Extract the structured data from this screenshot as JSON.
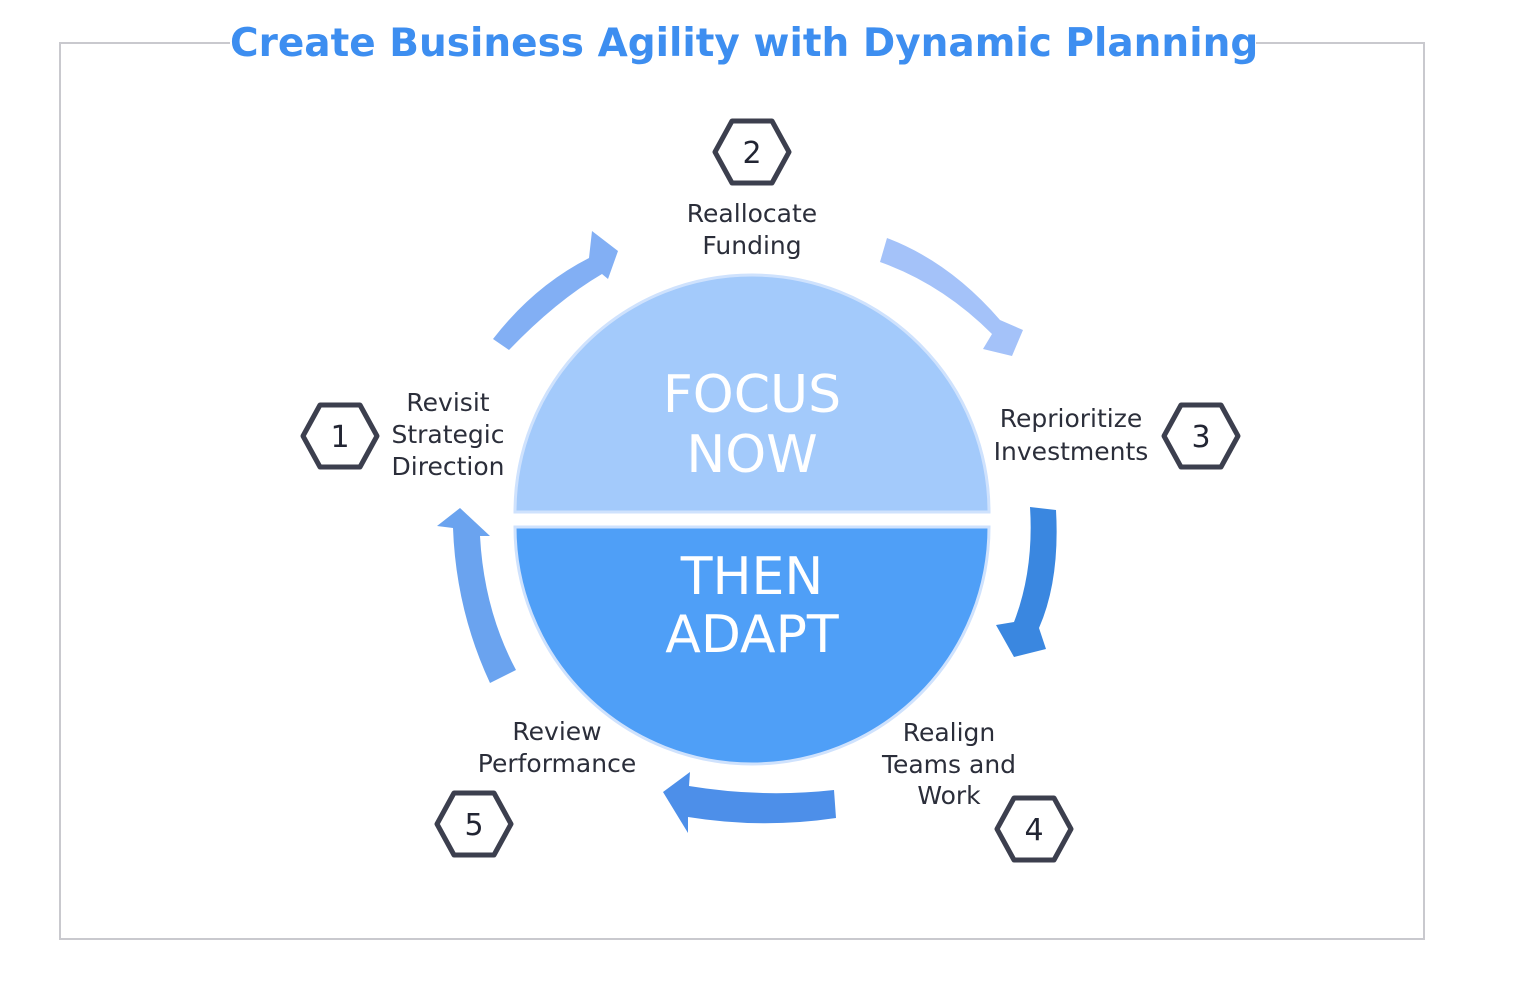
{
  "title": "Create Business Agility with Dynamic Planning",
  "center": {
    "top_line1": "FOCUS",
    "top_line2": "NOW",
    "bottom_line1": "THEN",
    "bottom_line2": "ADAPT"
  },
  "steps": [
    {
      "number": "1",
      "lines": [
        "Revisit",
        "Strategic",
        "Direction"
      ]
    },
    {
      "number": "2",
      "lines": [
        "Reallocate",
        "Funding"
      ]
    },
    {
      "number": "3",
      "lines": [
        "Reprioritize",
        "Investments"
      ]
    },
    {
      "number": "4",
      "lines": [
        "Realign",
        "Teams and",
        "Work"
      ]
    },
    {
      "number": "5",
      "lines": [
        "Review",
        "Performance"
      ]
    }
  ],
  "colors": {
    "title": "#3d8ef0",
    "circle_top": "#a3cafb",
    "circle_bottom": "#4f9ff7",
    "frame": "#c9c9ce",
    "hexagon_stroke": "#3c3f4e",
    "label_text": "#2b2e3a",
    "arrow_1_to_2": "#82aff4",
    "arrow_2_to_3": "#a4c2f9",
    "arrow_3_to_4": "#3a87e0",
    "arrow_4_to_5": "#4d8fe9",
    "arrow_5_to_1": "#6aa3ef"
  }
}
